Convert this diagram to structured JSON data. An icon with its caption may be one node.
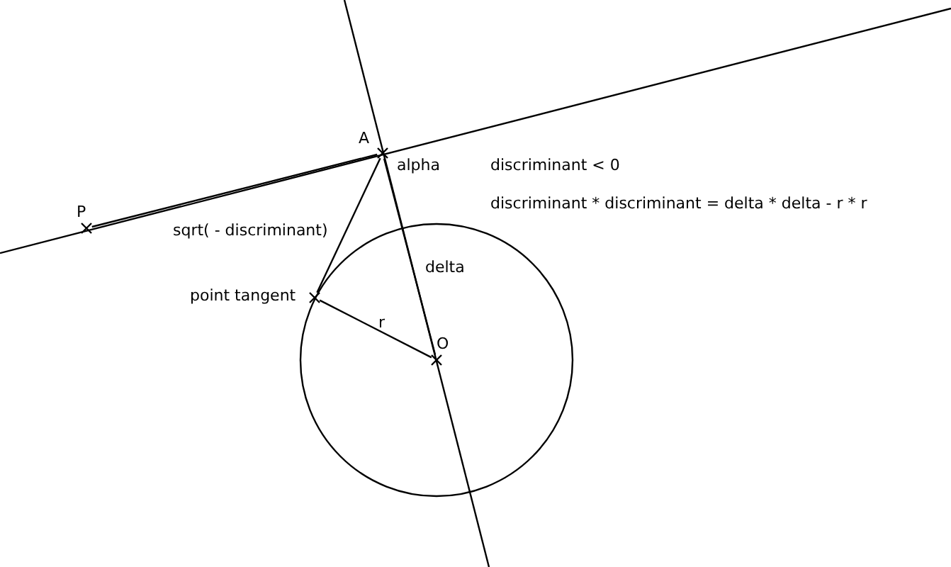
{
  "diagram": {
    "nodes": [
      {
        "text": [
          "P"
        ]
      },
      {
        "text": [
          "A"
        ]
      },
      {
        "text": [
          "point tangent"
        ]
      },
      {
        "text": [
          "O"
        ]
      }
    ],
    "edges": [
      {
        "from": 0,
        "to": 1,
        "arrow": "none"
      },
      {
        "from": 1,
        "to": 2,
        "arrow": "none",
        "label": "sqrt( - discriminant)"
      },
      {
        "from": 2,
        "to": 3,
        "arrow": "none",
        "label": "r"
      },
      {
        "from": 1,
        "to": 3,
        "arrow": "none",
        "label": "delta"
      }
    ],
    "labels": [
      "alpha",
      "discriminant < 0",
      "discriminant * discriminant = delta * delta - r * r"
    ]
  }
}
